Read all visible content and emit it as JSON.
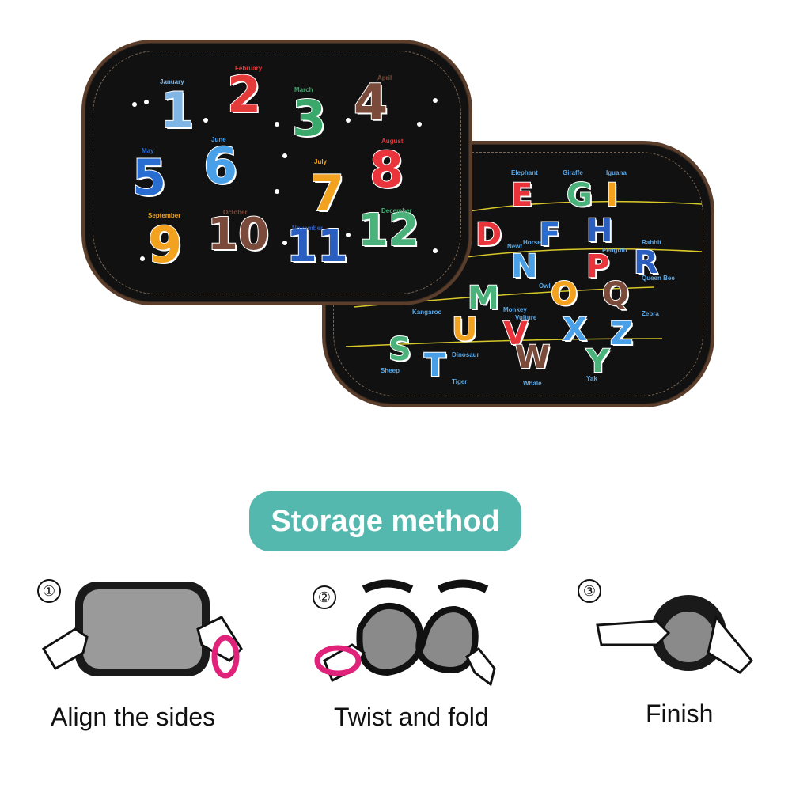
{
  "numbers_shade": {
    "months": [
      "January",
      "February",
      "March",
      "April",
      "May",
      "June",
      "July",
      "August",
      "September",
      "October",
      "November",
      "December"
    ],
    "digits": [
      "1",
      "2",
      "3",
      "4",
      "5",
      "6",
      "7",
      "8",
      "9",
      "10",
      "11",
      "12"
    ],
    "colors": [
      "#7fb6e6",
      "#e33a3a",
      "#3aa86a",
      "#7a4a3a",
      "#2a6dd0",
      "#4aa0e6",
      "#f2a21e",
      "#e8343a",
      "#f2a21e",
      "#7a4a3a",
      "#2a5ec0",
      "#4ab27a"
    ]
  },
  "letters_shade": {
    "letters": [
      "E",
      "G",
      "I",
      "D",
      "F",
      "H",
      "N",
      "O",
      "P",
      "R",
      "M",
      "Q",
      "U",
      "V",
      "X",
      "Z",
      "S",
      "T",
      "W",
      "Y"
    ],
    "words": [
      "Elephant",
      "Giraffe",
      "Iguana",
      "Horse",
      "Newt",
      "Owl",
      "Penguin",
      "Rabbit",
      "Queen Bee",
      "Monkey",
      "Vulture",
      "Kangaroo",
      "Zebra",
      "Dinosaur",
      "Whale",
      "Yak",
      "Sheep",
      "Tiger"
    ],
    "colors": [
      "#e8343a",
      "#4ab27a",
      "#f2a21e",
      "#e8343a",
      "#2a6dd0",
      "#2a5ec0",
      "#4aa0e6",
      "#f2a21e",
      "#e8343a",
      "#2a5ec0",
      "#4ab27a",
      "#7a4a3a",
      "#f2a21e",
      "#e8343a",
      "#4aa0e6",
      "#4aa0e6",
      "#4ab27a",
      "#4aa0e6",
      "#7a4a3a",
      "#4ab27a"
    ]
  },
  "storage": {
    "title": "Storage method",
    "steps": [
      {
        "number": "①",
        "label": "Align the sides"
      },
      {
        "number": "②",
        "label": "Twist and fold"
      },
      {
        "number": "③",
        "label": "Finish"
      }
    ]
  },
  "accent_color": "#55b8ae",
  "arrow_color": "#e0227a"
}
